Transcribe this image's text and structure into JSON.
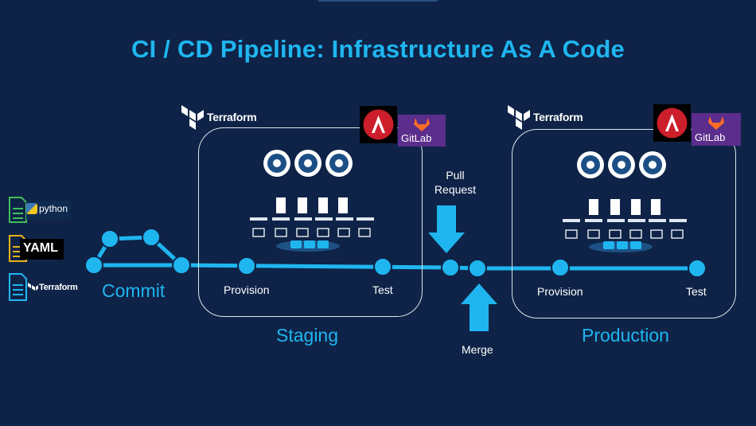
{
  "title": "CI / CD Pipeline: Infrastructure As A Code",
  "colors": {
    "background": "#0e2347",
    "accent": "#1fb6f0",
    "pipeline": "#1fb6f0",
    "gitlab": "#5b2d8c",
    "ansible": "#cc1e2b"
  },
  "sources": {
    "python_label": "python",
    "yaml_label": "YAML",
    "terraform_label": "Terraform"
  },
  "stages": {
    "commit": "Commit",
    "staging": {
      "tool_label": "Terraform",
      "gitlab_label": "GitLab",
      "provision": "Provision",
      "test": "Test",
      "name": "Staging"
    },
    "production": {
      "tool_label": "Terraform",
      "gitlab_label": "GitLab",
      "provision": "Provision",
      "test": "Test",
      "name": "Production"
    }
  },
  "transitions": {
    "pull_request_line1": "Pull",
    "pull_request_line2": "Request",
    "merge": "Merge"
  },
  "icons": {
    "router": "router-icon",
    "server": "server-icon",
    "switch": "switch-icon",
    "vm": "vm-icon",
    "ansible": "ansible-icon",
    "gitlab": "gitlab-icon",
    "terraform": "terraform-logo-icon"
  }
}
